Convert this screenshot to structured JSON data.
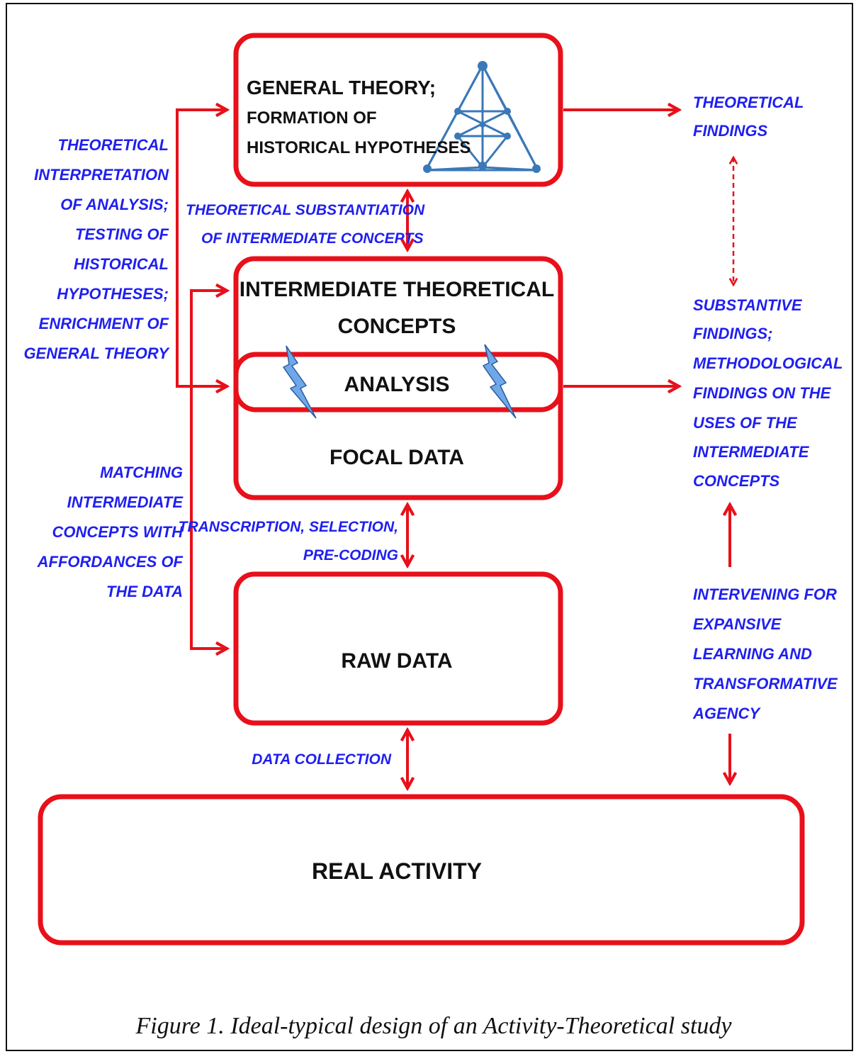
{
  "boxes": {
    "general_theory": {
      "line1": "GENERAL THEORY;",
      "line2": "FORMATION OF",
      "line3": "HISTORICAL HYPOTHESES"
    },
    "intermediate": {
      "line1": "INTERMEDIATE THEORETICAL",
      "line2": "CONCEPTS"
    },
    "analysis": {
      "label": "ANALYSIS"
    },
    "focal_data": {
      "label": "FOCAL DATA"
    },
    "raw_data": {
      "label": "RAW DATA"
    },
    "real_activity": {
      "label": "REAL ACTIVITY"
    }
  },
  "labels": {
    "left_top": [
      "THEORETICAL",
      "INTERPRETATION",
      "OF ANALYSIS;",
      "TESTING OF",
      "HISTORICAL",
      "HYPOTHESES;",
      "ENRICHMENT OF",
      "GENERAL THEORY"
    ],
    "left_bottom": [
      "MATCHING",
      "INTERMEDIATE",
      "CONCEPTS WITH",
      "AFFORDANCES OF",
      "THE DATA"
    ],
    "substantiation": [
      "THEORETICAL SUBSTANTIATION",
      "OF INTERMEDIATE CONCEPTS"
    ],
    "transcription": [
      "TRANSCRIPTION, SELECTION,",
      "PRE-CODING"
    ],
    "data_collection": [
      "DATA COLLECTION"
    ],
    "theoretical_findings": [
      "THEORETICAL",
      "FINDINGS"
    ],
    "substantive_findings": [
      "SUBSTANTIVE",
      "FINDINGS;",
      "METHODOLOGICAL",
      "FINDINGS ON THE",
      "USES OF THE",
      "INTERMEDIATE",
      "CONCEPTS"
    ],
    "intervening": [
      "INTERVENING FOR",
      "EXPANSIVE",
      "LEARNING AND",
      "TRANSFORMATIVE",
      "AGENCY"
    ]
  },
  "caption": "Figure 1. Ideal-typical design of an Activity-Theoretical study",
  "colors": {
    "box_red": "#e8101a",
    "label_blue": "#1f1ff0",
    "icon_blue": "#3a78b8",
    "bolt_blue": "#6fa8e8"
  },
  "icons": {
    "theory": "tetrahedron-network-icon",
    "bolts": "lightning-bolt-icon"
  }
}
